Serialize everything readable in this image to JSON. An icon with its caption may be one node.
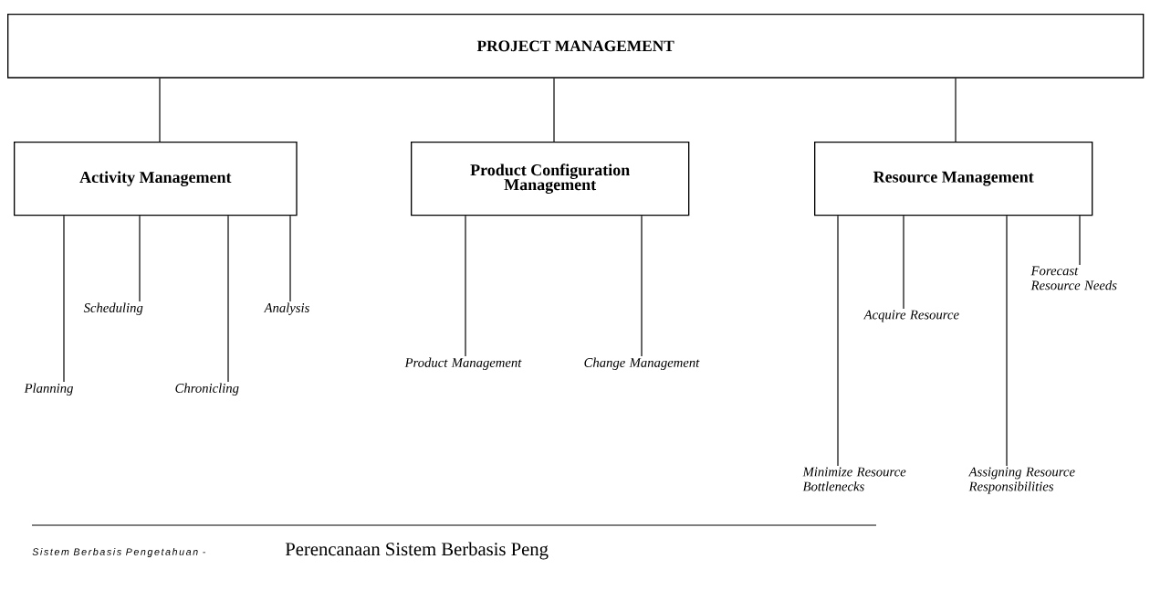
{
  "diagram": {
    "nodes": [
      {
        "text": [
          "PROJECT MANAGEMENT"
        ]
      },
      {
        "text": [
          "Activity Management"
        ]
      },
      {
        "text": [
          "Product Configuration Management"
        ]
      },
      {
        "text": [
          "Resource Management"
        ]
      },
      {
        "text": [
          "Planning"
        ]
      },
      {
        "text": [
          "Scheduling"
        ]
      },
      {
        "text": [
          "Chronicling"
        ]
      },
      {
        "text": [
          "Analysis"
        ]
      },
      {
        "text": [
          "Product Management"
        ]
      },
      {
        "text": [
          "Change Management"
        ]
      },
      {
        "text": [
          "Minimize Resource Bottlenecks"
        ]
      },
      {
        "text": [
          "Acquire Resource"
        ]
      },
      {
        "text": [
          "Assigning Resource Responsibilities"
        ]
      },
      {
        "text": [
          "Forecast Resource Needs"
        ]
      }
    ],
    "edges": [
      {
        "from": 0,
        "to": 1,
        "arrow": "none"
      },
      {
        "from": 0,
        "to": 2,
        "arrow": "none"
      },
      {
        "from": 0,
        "to": 3,
        "arrow": "none"
      },
      {
        "from": 1,
        "to": 4,
        "arrow": "none"
      },
      {
        "from": 1,
        "to": 5,
        "arrow": "none"
      },
      {
        "from": 1,
        "to": 6,
        "arrow": "none"
      },
      {
        "from": 1,
        "to": 7,
        "arrow": "none"
      },
      {
        "from": 2,
        "to": 8,
        "arrow": "none"
      },
      {
        "from": 2,
        "to": 9,
        "arrow": "none"
      },
      {
        "from": 3,
        "to": 10,
        "arrow": "none"
      },
      {
        "from": 3,
        "to": 11,
        "arrow": "none"
      },
      {
        "from": 3,
        "to": 12,
        "arrow": "none"
      },
      {
        "from": 3,
        "to": 13,
        "arrow": "none"
      }
    ],
    "labels": [
      "Sistem Berbasis Pengetahuan -",
      "Perencanaan Sistem Berbasis Peng"
    ]
  }
}
